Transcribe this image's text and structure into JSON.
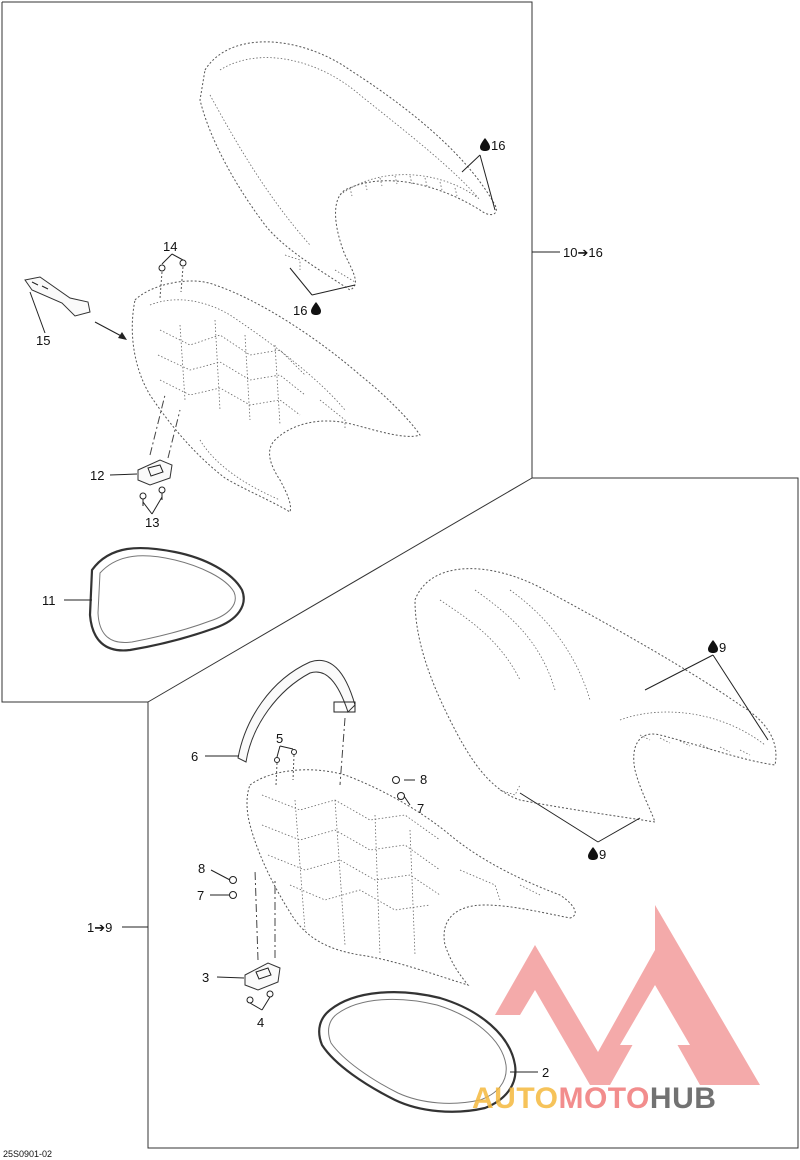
{
  "diagram": {
    "doc_code": "25S0901-02",
    "group_refs": {
      "upper_assembly": "10➔16",
      "lower_assembly": "1➔9"
    },
    "callouts": {
      "c1": "2",
      "c2": "3",
      "c3": "4",
      "c4": "5",
      "c5": "6",
      "c6": "7",
      "c7": "7",
      "c8": "8",
      "c9": "8",
      "c10": "9",
      "c11": "9",
      "c12": "11",
      "c13": "12",
      "c14": "13",
      "c15": "14",
      "c16": "15",
      "c17": "16",
      "c18": "16"
    },
    "watermark": {
      "part1": "AUTO",
      "part2": "MOTO",
      "part3": "HUB",
      "colors": {
        "auto": "#f5b93e",
        "moto": "#f07a7a",
        "hub": "#5a5a5a",
        "logo": "#f08a8a"
      }
    }
  }
}
